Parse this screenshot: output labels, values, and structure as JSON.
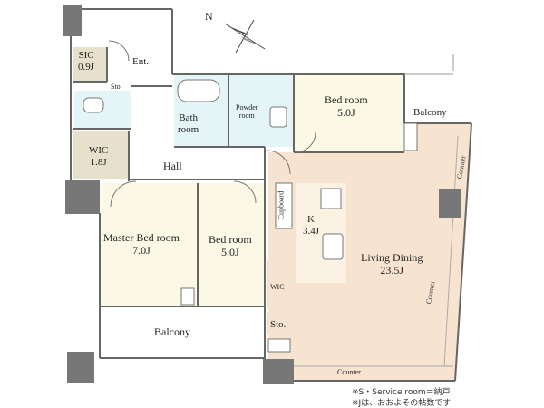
{
  "rooms": {
    "sic": {
      "name": "SIC",
      "size": "0.9J"
    },
    "entrance": {
      "name": "Ent."
    },
    "sto_top": {
      "name": "Sto."
    },
    "wic_left": {
      "name": "WIC",
      "size": "1.8J"
    },
    "bath": {
      "name": "Bath",
      "name2": "room"
    },
    "powder": {
      "name": "Powder",
      "name2": "room"
    },
    "bedroom_top": {
      "name": "Bed room",
      "size": "5.0J"
    },
    "balcony_right": {
      "name": "Balcony"
    },
    "hall": {
      "name": "Hall"
    },
    "master": {
      "name": "Master Bed room",
      "size": "7.0J"
    },
    "bedroom_mid": {
      "name": "Bed room",
      "size": "5.0J"
    },
    "cupboard": {
      "name": "Cupboard"
    },
    "kitchen": {
      "name": "K",
      "size": "3.4J"
    },
    "living": {
      "name": "Living Dining",
      "size": "23.5J"
    },
    "wic_mid": {
      "name": "WIC"
    },
    "sto_mid": {
      "name": "Sto."
    },
    "balcony_bottom": {
      "name": "Balcony"
    },
    "counter_bottom": {
      "name": "Counter"
    },
    "counter_right": {
      "name": "Counter"
    },
    "counter_top": {
      "name": "Counter"
    }
  },
  "compass": {
    "label": "N"
  },
  "notes": {
    "line1": "※S・Service room＝納戸",
    "line2": "※Jは、おおよその帖数です"
  },
  "colors": {
    "room_fill": "#fbf9e6",
    "wood_fill": "#f6e3d0",
    "wall": "#666666",
    "pillar": "#777777",
    "wet_fill": "#e4f4f7",
    "storage_fill": "#e6e0cc"
  }
}
